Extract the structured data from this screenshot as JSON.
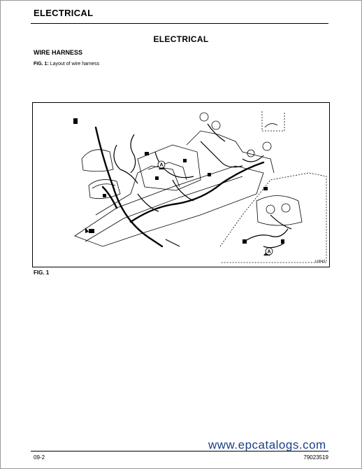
{
  "header": {
    "title": "ELECTRICAL"
  },
  "section": {
    "title": "ELECTRICAL"
  },
  "subsection": {
    "title": "WIRE HARNESS"
  },
  "figure": {
    "caption_label": "FIG. 1:",
    "caption_text": "Layout of wire harness",
    "callout_a": "A",
    "code": "I-0043",
    "label": "FIG. 1"
  },
  "footer": {
    "page_number": "09-2",
    "doc_number": "79023519",
    "watermark": "www.epcatalogs.com"
  },
  "colors": {
    "text": "#000000",
    "border": "#9a9a9a",
    "watermark": "#1a3f8a"
  }
}
